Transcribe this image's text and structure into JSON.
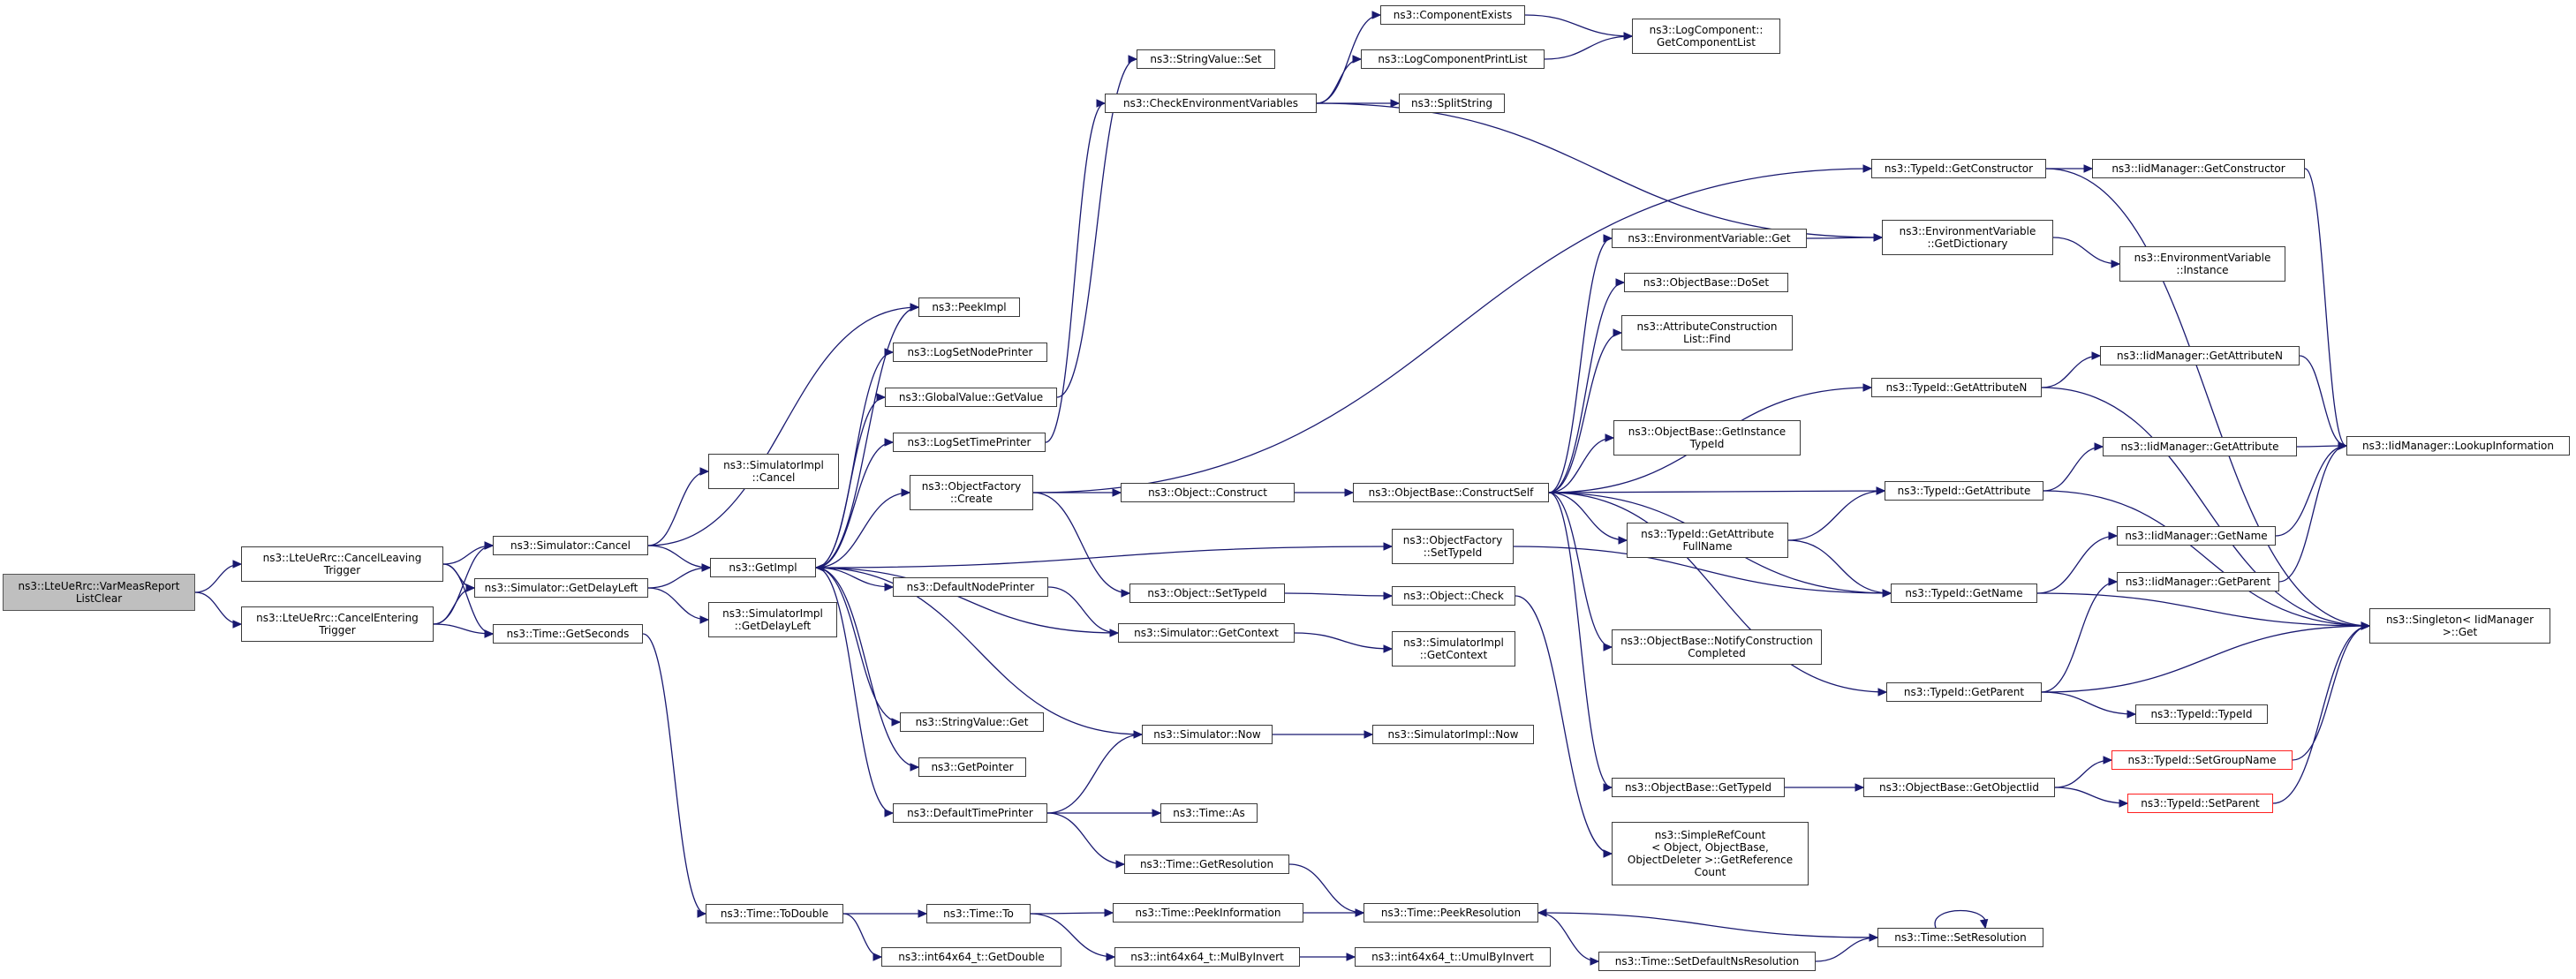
{
  "nodes": [
    {
      "id": "root",
      "label": "ns3::LteUeRrc::VarMeasReport\nListClear",
      "style": "root"
    },
    {
      "id": "cancelLeaving",
      "label": "ns3::LteUeRrc::CancelLeaving\nTrigger"
    },
    {
      "id": "cancelEntering",
      "label": "ns3::LteUeRrc::CancelEntering\nTrigger"
    },
    {
      "id": "simCancel",
      "label": "ns3::Simulator::Cancel"
    },
    {
      "id": "simGetDelayLeft",
      "label": "ns3::Simulator::GetDelayLeft"
    },
    {
      "id": "timeGetSeconds",
      "label": "ns3::Time::GetSeconds"
    },
    {
      "id": "simImplCancel",
      "label": "ns3::SimulatorImpl\n::Cancel"
    },
    {
      "id": "simImplGetDelayLeft",
      "label": "ns3::SimulatorImpl\n::GetDelayLeft"
    },
    {
      "id": "getImpl",
      "label": "ns3::GetImpl"
    },
    {
      "id": "timeToDouble",
      "label": "ns3::Time::ToDouble"
    },
    {
      "id": "int64GetDouble",
      "label": "ns3::int64x64_t::GetDouble"
    },
    {
      "id": "timeTo",
      "label": "ns3::Time::To"
    },
    {
      "id": "peekImpl",
      "label": "ns3::PeekImpl"
    },
    {
      "id": "logSetNodePrinter",
      "label": "ns3::LogSetNodePrinter"
    },
    {
      "id": "globalValueGetValue",
      "label": "ns3::GlobalValue::GetValue"
    },
    {
      "id": "logSetTimePrinter",
      "label": "ns3::LogSetTimePrinter"
    },
    {
      "id": "objectFactoryCreate",
      "label": "ns3::ObjectFactory\n::Create"
    },
    {
      "id": "defaultNodePrinter",
      "label": "ns3::DefaultNodePrinter"
    },
    {
      "id": "stringValueGet",
      "label": "ns3::StringValue::Get"
    },
    {
      "id": "getPointer",
      "label": "ns3::GetPointer"
    },
    {
      "id": "defaultTimePrinter",
      "label": "ns3::DefaultTimePrinter"
    },
    {
      "id": "stringValueSet",
      "label": "ns3::StringValue::Set"
    },
    {
      "id": "checkEnvVars",
      "label": "ns3::CheckEnvironmentVariables"
    },
    {
      "id": "objectConstruct",
      "label": "ns3::Object::Construct"
    },
    {
      "id": "objectSetTypeId",
      "label": "ns3::Object::SetTypeId"
    },
    {
      "id": "simGetContext",
      "label": "ns3::Simulator::GetContext"
    },
    {
      "id": "simNow",
      "label": "ns3::Simulator::Now"
    },
    {
      "id": "timeAs",
      "label": "ns3::Time::As"
    },
    {
      "id": "timeGetResolution",
      "label": "ns3::Time::GetResolution"
    },
    {
      "id": "timePeekInformation",
      "label": "ns3::Time::PeekInformation"
    },
    {
      "id": "int64MulByInvert",
      "label": "ns3::int64x64_t::MulByInvert"
    },
    {
      "id": "componentExists",
      "label": "ns3::ComponentExists"
    },
    {
      "id": "logComponentPrintList",
      "label": "ns3::LogComponentPrintList"
    },
    {
      "id": "splitString",
      "label": "ns3::SplitString"
    },
    {
      "id": "objectFactorySetTypeId",
      "label": "ns3::ObjectFactory\n::SetTypeId"
    },
    {
      "id": "objectCheck",
      "label": "ns3::Object::Check"
    },
    {
      "id": "simImplGetContext",
      "label": "ns3::SimulatorImpl\n::GetContext"
    },
    {
      "id": "simImplNow",
      "label": "ns3::SimulatorImpl::Now"
    },
    {
      "id": "timePeekResolution",
      "label": "ns3::Time::PeekResolution"
    },
    {
      "id": "int64UmulByInvert",
      "label": "ns3::int64x64_t::UmulByInvert"
    },
    {
      "id": "objectBaseConstructSelf",
      "label": "ns3::ObjectBase::ConstructSelf"
    },
    {
      "id": "envVarGet",
      "label": "ns3::EnvironmentVariable::Get"
    },
    {
      "id": "objectBaseDoSet",
      "label": "ns3::ObjectBase::DoSet"
    },
    {
      "id": "attrConstructionListFind",
      "label": "ns3::AttributeConstruction\nList::Find"
    },
    {
      "id": "objectBaseGetInstanceTypeId",
      "label": "ns3::ObjectBase::GetInstance\nTypeId"
    },
    {
      "id": "typeIdGetAttributeFullName",
      "label": "ns3::TypeId::GetAttribute\nFullName"
    },
    {
      "id": "objectBaseNotifyConstructionCompleted",
      "label": "ns3::ObjectBase::NotifyConstruction\nCompleted"
    },
    {
      "id": "objectBaseGetTypeId",
      "label": "ns3::ObjectBase::GetTypeId"
    },
    {
      "id": "simpleRefCountGetReferenceCount",
      "label": "ns3::SimpleRefCount\n< Object, ObjectBase,\n ObjectDeleter >::GetReference\nCount"
    },
    {
      "id": "timeSetDefaultNsResolution",
      "label": "ns3::Time::SetDefaultNsResolution"
    },
    {
      "id": "logComponentGetComponentList",
      "label": "ns3::LogComponent::\nGetComponentList"
    },
    {
      "id": "typeIdGetConstructor",
      "label": "ns3::TypeId::GetConstructor"
    },
    {
      "id": "envVarGetDictionary",
      "label": "ns3::EnvironmentVariable\n::GetDictionary"
    },
    {
      "id": "typeIdGetAttributeN",
      "label": "ns3::TypeId::GetAttributeN"
    },
    {
      "id": "typeIdGetAttribute",
      "label": "ns3::TypeId::GetAttribute"
    },
    {
      "id": "typeIdGetName",
      "label": "ns3::TypeId::GetName"
    },
    {
      "id": "typeIdGetParent",
      "label": "ns3::TypeId::GetParent"
    },
    {
      "id": "objectBaseGetObjectIid",
      "label": "ns3::ObjectBase::GetObjectIid"
    },
    {
      "id": "timeSetResolution",
      "label": "ns3::Time::SetResolution"
    },
    {
      "id": "iidManagerGetConstructor",
      "label": "ns3::IidManager::GetConstructor"
    },
    {
      "id": "envVarInstance",
      "label": "ns3::EnvironmentVariable\n::Instance"
    },
    {
      "id": "iidManagerGetAttributeN",
      "label": "ns3::IidManager::GetAttributeN"
    },
    {
      "id": "iidManagerGetAttribute",
      "label": "ns3::IidManager::GetAttribute"
    },
    {
      "id": "iidManagerGetName",
      "label": "ns3::IidManager::GetName"
    },
    {
      "id": "iidManagerGetParent",
      "label": "ns3::IidManager::GetParent"
    },
    {
      "id": "typeIdTypeId",
      "label": "ns3::TypeId::TypeId"
    },
    {
      "id": "typeIdSetGroupName",
      "label": "ns3::TypeId::SetGroupName",
      "style": "red"
    },
    {
      "id": "typeIdSetParent",
      "label": "ns3::TypeId::SetParent",
      "style": "red"
    },
    {
      "id": "iidManagerLookupInformation",
      "label": "ns3::IidManager::LookupInformation"
    },
    {
      "id": "singletonGet",
      "label": "ns3::Singleton< IidManager\n >::Get"
    }
  ],
  "edges": [
    [
      "root",
      "cancelLeaving"
    ],
    [
      "root",
      "cancelEntering"
    ],
    [
      "cancelLeaving",
      "simCancel"
    ],
    [
      "cancelLeaving",
      "simGetDelayLeft"
    ],
    [
      "cancelLeaving",
      "timeGetSeconds"
    ],
    [
      "cancelEntering",
      "simCancel"
    ],
    [
      "cancelEntering",
      "simGetDelayLeft"
    ],
    [
      "cancelEntering",
      "timeGetSeconds"
    ],
    [
      "simCancel",
      "simImplCancel"
    ],
    [
      "simCancel",
      "getImpl"
    ],
    [
      "simCancel",
      "peekImpl"
    ],
    [
      "simGetDelayLeft",
      "getImpl"
    ],
    [
      "simGetDelayLeft",
      "simImplGetDelayLeft"
    ],
    [
      "timeGetSeconds",
      "timeToDouble"
    ],
    [
      "getImpl",
      "peekImpl"
    ],
    [
      "getImpl",
      "logSetNodePrinter"
    ],
    [
      "getImpl",
      "globalValueGetValue"
    ],
    [
      "getImpl",
      "logSetTimePrinter"
    ],
    [
      "getImpl",
      "objectFactoryCreate"
    ],
    [
      "getImpl",
      "defaultNodePrinter"
    ],
    [
      "getImpl",
      "stringValueGet"
    ],
    [
      "getImpl",
      "getPointer"
    ],
    [
      "getImpl",
      "defaultTimePrinter"
    ],
    [
      "getImpl",
      "objectFactorySetTypeId"
    ],
    [
      "timeToDouble",
      "timeTo"
    ],
    [
      "timeToDouble",
      "int64GetDouble"
    ],
    [
      "timeTo",
      "timePeekInformation"
    ],
    [
      "timeTo",
      "int64MulByInvert"
    ],
    [
      "globalValueGetValue",
      "stringValueSet"
    ],
    [
      "logSetTimePrinter",
      "checkEnvVars"
    ],
    [
      "objectFactoryCreate",
      "objectConstruct"
    ],
    [
      "objectFactoryCreate",
      "objectSetTypeId"
    ],
    [
      "objectFactoryCreate",
      "typeIdGetConstructor"
    ],
    [
      "defaultNodePrinter",
      "simGetContext"
    ],
    [
      "defaultTimePrinter",
      "simNow"
    ],
    [
      "defaultTimePrinter",
      "timeAs"
    ],
    [
      "defaultTimePrinter",
      "timeGetResolution"
    ],
    [
      "checkEnvVars",
      "componentExists"
    ],
    [
      "checkEnvVars",
      "logComponentPrintList"
    ],
    [
      "checkEnvVars",
      "splitString"
    ],
    [
      "checkEnvVars",
      "envVarGetDictionary"
    ],
    [
      "componentExists",
      "logComponentGetComponentList"
    ],
    [
      "logComponentPrintList",
      "logComponentGetComponentList"
    ],
    [
      "objectConstruct",
      "objectBaseConstructSelf"
    ],
    [
      "objectSetTypeId",
      "objectCheck"
    ],
    [
      "simGetContext",
      "getImpl"
    ],
    [
      "simGetContext",
      "simImplGetContext"
    ],
    [
      "simNow",
      "getImpl"
    ],
    [
      "simNow",
      "simImplNow"
    ],
    [
      "timeGetResolution",
      "timePeekResolution"
    ],
    [
      "timePeekInformation",
      "timePeekResolution"
    ],
    [
      "int64MulByInvert",
      "int64UmulByInvert"
    ],
    [
      "objectCheck",
      "simpleRefCountGetReferenceCount"
    ],
    [
      "objectFactorySetTypeId",
      "typeIdGetName"
    ],
    [
      "timePeekResolution",
      "timeSetDefaultNsResolution"
    ],
    [
      "timeSetDefaultNsResolution",
      "timeSetResolution"
    ],
    [
      "timeSetResolution",
      "timePeekResolution"
    ],
    [
      "timeSetResolution",
      "timeSetResolution"
    ],
    [
      "objectBaseConstructSelf",
      "envVarGet"
    ],
    [
      "objectBaseConstructSelf",
      "objectBaseDoSet"
    ],
    [
      "objectBaseConstructSelf",
      "attrConstructionListFind"
    ],
    [
      "objectBaseConstructSelf",
      "typeIdGetAttributeN"
    ],
    [
      "objectBaseConstructSelf",
      "objectBaseGetInstanceTypeId"
    ],
    [
      "objectBaseConstructSelf",
      "typeIdGetAttribute"
    ],
    [
      "objectBaseConstructSelf",
      "typeIdGetAttributeFullName"
    ],
    [
      "objectBaseConstructSelf",
      "typeIdGetName"
    ],
    [
      "objectBaseConstructSelf",
      "objectBaseNotifyConstructionCompleted"
    ],
    [
      "objectBaseConstructSelf",
      "typeIdGetParent"
    ],
    [
      "objectBaseConstructSelf",
      "objectBaseGetTypeId"
    ],
    [
      "envVarGet",
      "envVarGetDictionary"
    ],
    [
      "envVarGetDictionary",
      "envVarInstance"
    ],
    [
      "typeIdGetConstructor",
      "iidManagerGetConstructor"
    ],
    [
      "typeIdGetConstructor",
      "singletonGet"
    ],
    [
      "typeIdGetAttributeN",
      "iidManagerGetAttributeN"
    ],
    [
      "typeIdGetAttributeN",
      "singletonGet"
    ],
    [
      "typeIdGetAttribute",
      "iidManagerGetAttribute"
    ],
    [
      "typeIdGetAttribute",
      "singletonGet"
    ],
    [
      "typeIdGetAttributeFullName",
      "typeIdGetAttribute"
    ],
    [
      "typeIdGetAttributeFullName",
      "typeIdGetName"
    ],
    [
      "typeIdGetName",
      "iidManagerGetName"
    ],
    [
      "typeIdGetName",
      "singletonGet"
    ],
    [
      "typeIdGetParent",
      "iidManagerGetParent"
    ],
    [
      "typeIdGetParent",
      "singletonGet"
    ],
    [
      "typeIdGetParent",
      "typeIdTypeId"
    ],
    [
      "objectBaseGetTypeId",
      "objectBaseGetObjectIid"
    ],
    [
      "objectBaseGetObjectIid",
      "typeIdSetGroupName"
    ],
    [
      "objectBaseGetObjectIid",
      "typeIdSetParent"
    ],
    [
      "iidManagerGetConstructor",
      "iidManagerLookupInformation"
    ],
    [
      "iidManagerGetAttributeN",
      "iidManagerLookupInformation"
    ],
    [
      "iidManagerGetAttribute",
      "iidManagerLookupInformation"
    ],
    [
      "iidManagerGetName",
      "iidManagerLookupInformation"
    ],
    [
      "iidManagerGetParent",
      "iidManagerLookupInformation"
    ],
    [
      "typeIdSetGroupName",
      "singletonGet"
    ],
    [
      "typeIdSetParent",
      "singletonGet"
    ]
  ]
}
